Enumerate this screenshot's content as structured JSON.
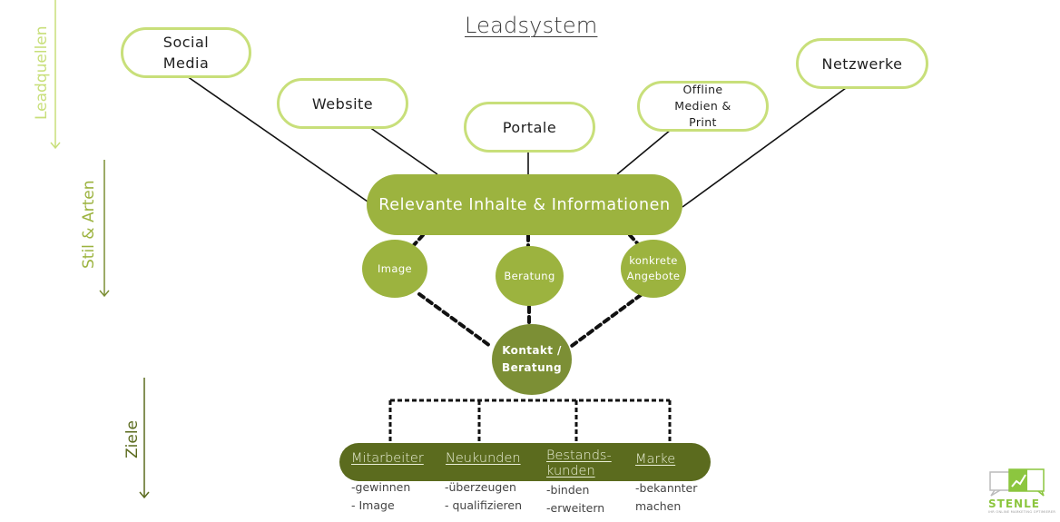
{
  "title": "Leadsystem",
  "colors": {
    "source_border": "#c8df7a",
    "main_green": "#9cb33f",
    "contact_green": "#7c8f35",
    "goals_bar": "#5b6b1e",
    "label_light_green": "#c8df7a",
    "label_mid_green": "#9cb33f",
    "label_dark_green": "#5b6b1e",
    "logo_green": "#8cc63f"
  },
  "side_labels": {
    "leadquellen": "Leadquellen",
    "stil_arten": "Stil & Arten",
    "ziele": "Ziele"
  },
  "sources": [
    {
      "label": "Social\nMedia"
    },
    {
      "label": "Website"
    },
    {
      "label": "Portale"
    },
    {
      "label": "Offline\nMedien &\nPrint"
    },
    {
      "label": "Netzwerke"
    }
  ],
  "center": {
    "label": "Relevante Inhalte & Informationen"
  },
  "styles": [
    {
      "label": "Image"
    },
    {
      "label": "Beratung"
    },
    {
      "label": "konkrete\nAngebote"
    }
  ],
  "contact": {
    "label": "Kontakt /\nBeratung"
  },
  "goals": [
    {
      "heading": "Mitarbeiter",
      "desc": "-gewinnen\n- Image"
    },
    {
      "heading": "Neukunden",
      "desc": "-überzeugen\n- qualifizieren"
    },
    {
      "heading": "Bestands-\nkunden",
      "desc": "-binden\n-erweitern"
    },
    {
      "heading": "Marke",
      "desc": "-bekannter\nmachen"
    }
  ],
  "logo": {
    "name": "STENLE",
    "tagline": "IHR ONLINE MARKETING OPTIMIERER"
  }
}
